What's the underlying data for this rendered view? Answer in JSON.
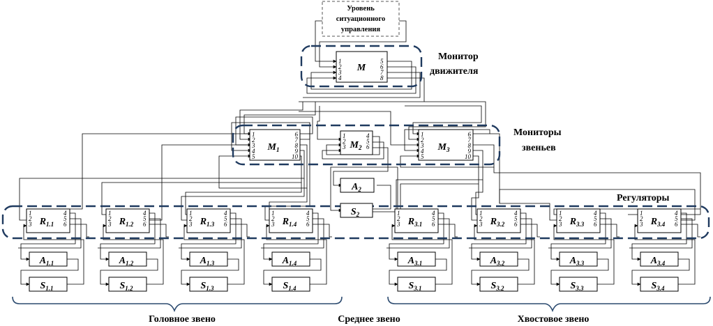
{
  "top_level": [
    "Уровень",
    "ситуационного",
    "управления"
  ],
  "labels": {
    "monitor_propulsor": [
      "Монитор",
      "движителя"
    ],
    "link_monitors": [
      "Мониторы",
      "звеньев"
    ],
    "regulators": "Регуляторы",
    "head_link": "Головное звено",
    "middle_link": "Среднее звено",
    "tail_link": "Хвостовое звено"
  },
  "blocks": {
    "M": {
      "name": "M",
      "sub": "",
      "in": [
        "1",
        "2",
        "3",
        "4"
      ],
      "out": [
        "5",
        "6",
        "7",
        "8"
      ]
    },
    "M1": {
      "name": "M",
      "sub": "1",
      "in": [
        "1",
        "2",
        "3",
        "4",
        "5"
      ],
      "out": [
        "6",
        "7",
        "8",
        "9",
        "10"
      ]
    },
    "M2": {
      "name": "M",
      "sub": "2",
      "in": [
        "1",
        "2",
        "3"
      ],
      "out": [
        "4",
        "5",
        "6"
      ]
    },
    "M3": {
      "name": "M",
      "sub": "3",
      "in": [
        "1",
        "2",
        "3",
        "4",
        "5"
      ],
      "out": [
        "6",
        "7",
        "8",
        "9",
        "10"
      ]
    },
    "A2": {
      "name": "A",
      "sub": "2"
    },
    "S2": {
      "name": "S",
      "sub": "2"
    }
  },
  "regulators": [
    {
      "id": "R11",
      "name": "R",
      "sub": "1.1",
      "in": [
        "1",
        "2",
        "3"
      ],
      "out": [
        "4",
        "5",
        "6"
      ]
    },
    {
      "id": "R12",
      "name": "R",
      "sub": "1.2",
      "in": [
        "1",
        "2",
        "3"
      ],
      "out": [
        "4",
        "5",
        "6"
      ]
    },
    {
      "id": "R13",
      "name": "R",
      "sub": "1.3",
      "in": [
        "1",
        "2",
        "3"
      ],
      "out": [
        "4",
        "5",
        "6"
      ]
    },
    {
      "id": "R14",
      "name": "R",
      "sub": "1.4",
      "in": [
        "1",
        "2",
        "3"
      ],
      "out": [
        "4",
        "5",
        "6"
      ]
    },
    {
      "id": "R31",
      "name": "R",
      "sub": "3.1",
      "in": [
        "1",
        "2",
        "3"
      ],
      "out": [
        "4",
        "5",
        "6"
      ]
    },
    {
      "id": "R32",
      "name": "R",
      "sub": "3.2",
      "in": [
        "1",
        "2",
        "3"
      ],
      "out": [
        "4",
        "5",
        "6"
      ]
    },
    {
      "id": "R33",
      "name": "R",
      "sub": "3.3",
      "in": [
        "1",
        "2",
        "3"
      ],
      "out": [
        "4",
        "5",
        "6"
      ]
    },
    {
      "id": "R34",
      "name": "R",
      "sub": "3.4",
      "in": [
        "1",
        "2",
        "3"
      ],
      "out": [
        "4",
        "5",
        "6"
      ]
    }
  ],
  "actuators": [
    {
      "name": "A",
      "sub": "1.1"
    },
    {
      "name": "A",
      "sub": "1.2"
    },
    {
      "name": "A",
      "sub": "1.3"
    },
    {
      "name": "A",
      "sub": "1.4"
    },
    {
      "name": "A",
      "sub": "3.1"
    },
    {
      "name": "A",
      "sub": "3.2"
    },
    {
      "name": "A",
      "sub": "3.3"
    },
    {
      "name": "A",
      "sub": "3.4"
    }
  ],
  "sensors": [
    {
      "name": "S",
      "sub": "1.1"
    },
    {
      "name": "S",
      "sub": "1.2"
    },
    {
      "name": "S",
      "sub": "1.3"
    },
    {
      "name": "S",
      "sub": "1.4"
    },
    {
      "name": "S",
      "sub": "3.1"
    },
    {
      "name": "S",
      "sub": "3.2"
    },
    {
      "name": "S",
      "sub": "3.3"
    },
    {
      "name": "S",
      "sub": "3.4"
    }
  ]
}
